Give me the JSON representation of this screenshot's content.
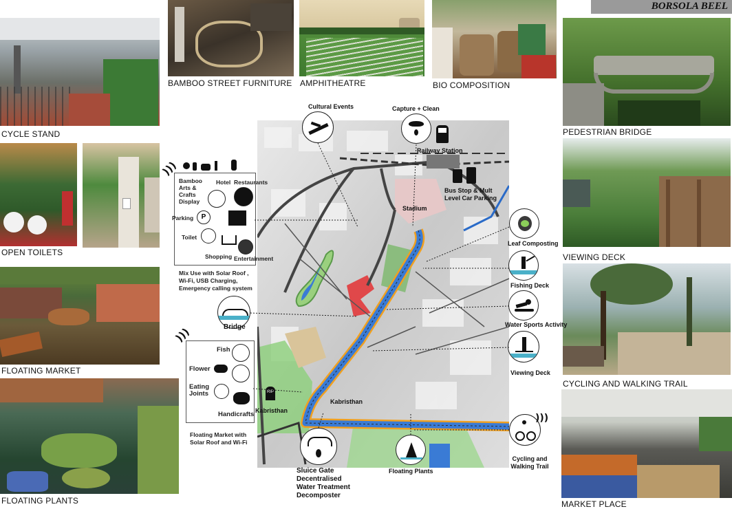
{
  "title": "BORSOLA BEEL",
  "photos": {
    "cycle_stand": "CYCLE STAND",
    "bamboo": "BAMBOO STREET FURNITURE",
    "amphitheatre": "AMPHITHEATRE",
    "bio": "BIO COMPOSITION",
    "pedestrian_bridge": "PEDESTRIAN BRIDGE",
    "open_toilets": "OPEN TOILETS",
    "viewing_deck": "VIEWING DECK",
    "floating_market": "FLOATING MARKET",
    "cycling_trail": "CYCLING AND WALKING TRAIL",
    "floating_plants": "FLOATING PLANTS",
    "market_place": "MARKET PLACE"
  },
  "map": {
    "cultural_events": "Cultural Events",
    "capture_clean": "Capture + Clean",
    "railway_station": "Railway Station",
    "bus_stop_1": "Bus Stop & Mult",
    "bus_stop_2": "Level Car Parking",
    "stadium": "Stadium",
    "leaf_composting": "Leaf Composting",
    "fishing_deck": "Fishing Deck",
    "water_sports": "Water Sports Activity",
    "viewing_deck": "Viewing Deck",
    "bridge": "Bridge",
    "kabristan_1": "Kabristhan",
    "kabristan_2": "Kabristhan",
    "cycling_walking_1": "Cycling and",
    "cycling_walking_2": "Walking Trail",
    "floating_plants": "Floating Plants",
    "sluice_1": "Sluice Gate",
    "sluice_2": "Decentralised",
    "sluice_3": "Water Treatment",
    "sluice_4": "Decomposter",
    "rip": "RIP"
  },
  "mixed_use": {
    "bamboo_1": "Bamboo",
    "bamboo_2": "Arts &",
    "bamboo_3": "Crafts",
    "bamboo_4": "Display",
    "hotel": "Hotel",
    "restaurants": "Restaurants",
    "parking": "Parking",
    "toilet": "Toilet",
    "shopping": "Shopping",
    "entertainment": "Entertainment",
    "caption_1": "Mix Use with Solar Roof ,",
    "caption_2": "Wi-Fi, USB Charging,",
    "caption_3": "Emergency calling system"
  },
  "floating_market_box": {
    "fish": "Fish",
    "flower": "Flower",
    "eating_1": "Eating",
    "eating_2": "Joints",
    "handicrafts": "Handicrafts",
    "caption_1": "Floating Market with",
    "caption_2": "Solar Roof and Wi-Fi"
  },
  "colors": {
    "water": "#3a7bd5",
    "trail_orange": "#f0a020",
    "green": "#7cc576",
    "red_zone": "#e0484a",
    "roads": "#444444"
  }
}
